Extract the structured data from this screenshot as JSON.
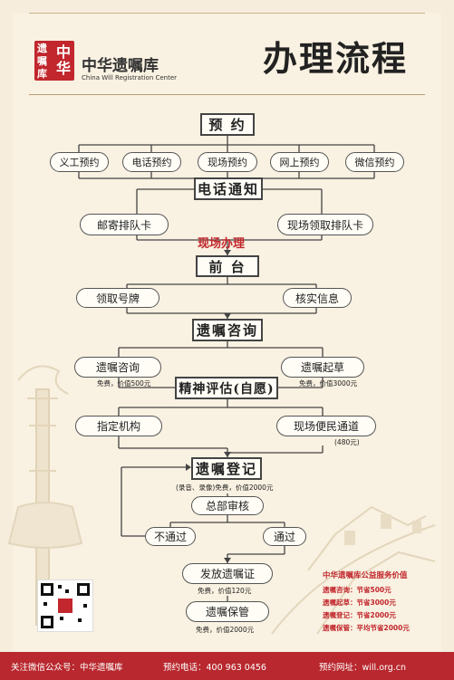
{
  "header": {
    "logo_seal": [
      "遗",
      "嘱",
      "中",
      "华",
      "库"
    ],
    "org_name": "中华遗嘱库",
    "org_name_en": "China Will Registration Center",
    "title": "办理流程"
  },
  "flow": {
    "appointment": "预 约",
    "channels": [
      "义工预约",
      "电话预约",
      "现场预约",
      "网上预约",
      "微信预约"
    ],
    "phone_notice": "电话通知",
    "mail_queue_card": "邮寄排队卡",
    "onsite_queue_card": "现场领取排队卡",
    "onsite_label": "现场办理",
    "front_desk": "前 台",
    "take_number": "领取号牌",
    "verify_info": "核实信息",
    "will_consult_main": "遗嘱咨询",
    "will_consult_sub": "遗嘱咨询",
    "will_consult_note": "免费，价值500元",
    "will_draft": "遗嘱起草",
    "will_draft_note": "免费，价值3000元",
    "mental_assessment": "精神评估(自愿)",
    "designated_agency": "指定机构",
    "onsite_channel": "现场便民通道",
    "onsite_channel_note": "(480元)",
    "will_register": "遗嘱登记",
    "will_register_note": "(录音、录像)免费，价值2000元",
    "hq_review": "总部审核",
    "fail": "不通过",
    "pass": "通过",
    "issue_cert": "发放遗嘱证",
    "issue_cert_note": "免费，价值120元",
    "will_custody": "遗嘱保管",
    "will_custody_note": "免费，价值2000元"
  },
  "value_panel": {
    "title": "中华遗嘱库公益服务价值",
    "items": [
      "遗嘱咨询：节省500元",
      "遗嘱起草：节省3000元",
      "遗嘱登记：节省2000元",
      "遗嘱保管：平均节省2000元"
    ]
  },
  "footer": {
    "wechat": "关注微信公众号：中华遗嘱库",
    "phone": "预约电话：400 963 0456",
    "website": "预约网址：will.org.cn"
  },
  "colors": {
    "brand_red": "#c1272d",
    "footer_red": "#b8282e",
    "paper": "#f9f1e1"
  },
  "icons": [
    "qr-code-icon",
    "great-wall-illustration",
    "huabiao-pillar-illustration"
  ]
}
